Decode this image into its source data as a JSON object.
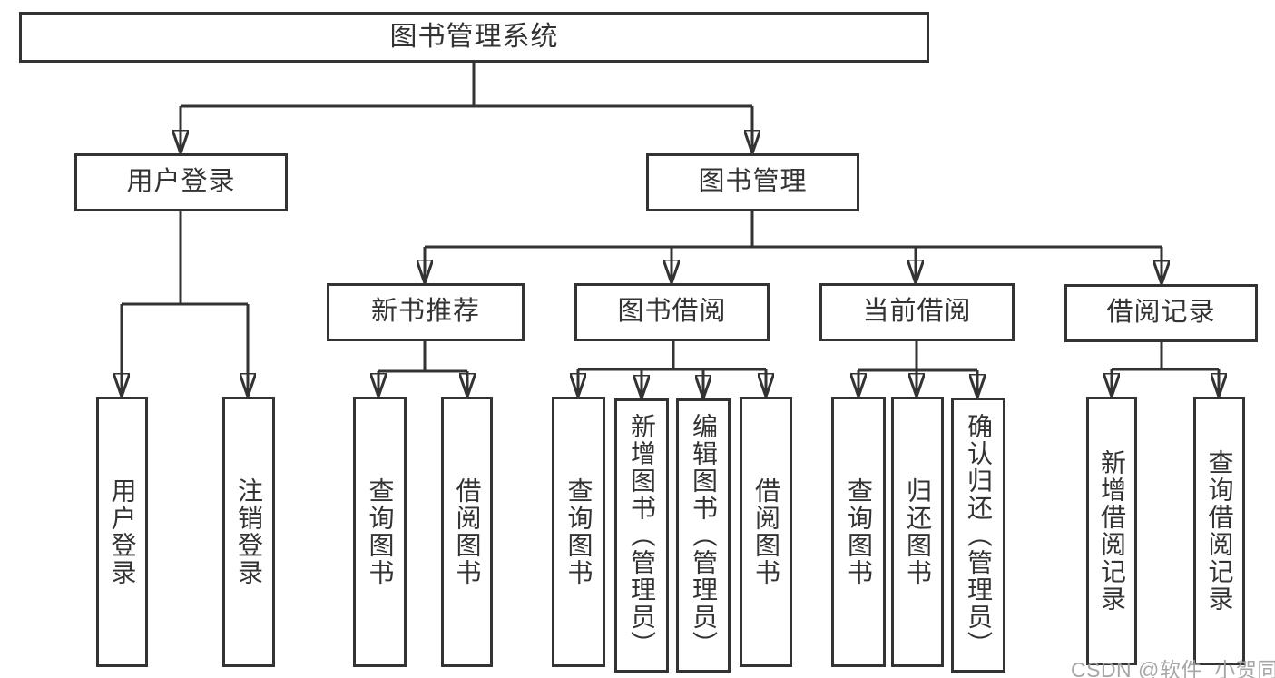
{
  "diagram": {
    "root": "图书管理系统",
    "branches": [
      {
        "label": "用户登录",
        "leaves": [
          "用户登录",
          "注销登录"
        ]
      },
      {
        "label": "图书管理",
        "sub_branches": [
          {
            "label": "新书推荐",
            "leaves": [
              "查询图书",
              "借阅图书"
            ]
          },
          {
            "label": "图书借阅",
            "leaves": [
              "查询图书",
              "新增图书（管理员）",
              "编辑图书（管理员）",
              "借阅图书"
            ]
          },
          {
            "label": "当前借阅",
            "leaves": [
              "查询图书",
              "归还图书",
              "确认归还（管理员）"
            ]
          },
          {
            "label": "借阅记录",
            "leaves": [
              "新增借阅记录",
              "查询借阅记录"
            ]
          }
        ]
      }
    ]
  },
  "watermark": {
    "text": "CSDN @软件_小贺同学"
  },
  "colors": {
    "line": "#333333",
    "text": "#333333",
    "background": "#ffffff",
    "watermark": "#9e9e9e"
  }
}
